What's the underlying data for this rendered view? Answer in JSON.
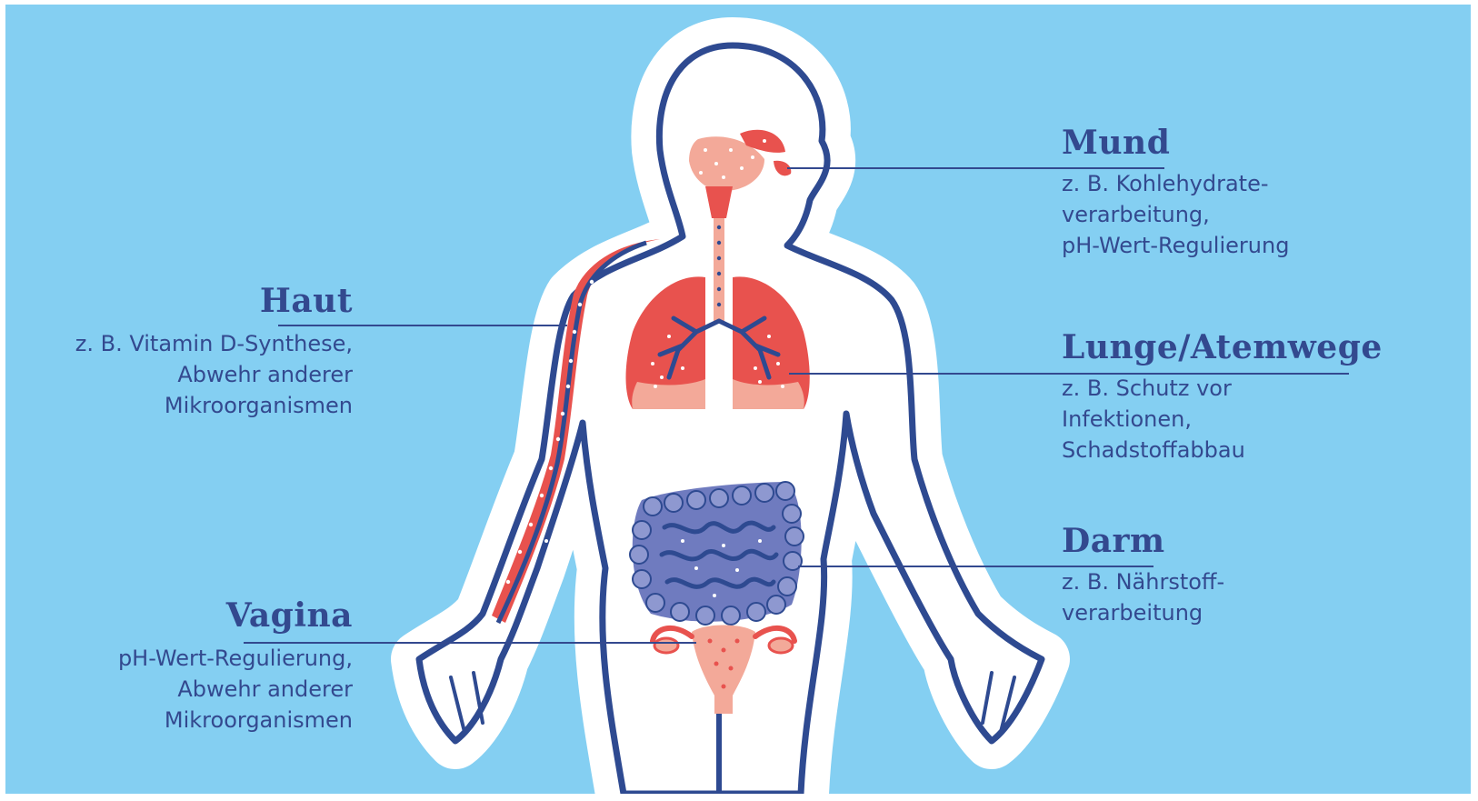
{
  "colors": {
    "background": "#84cff2",
    "outline": "#2e4a91",
    "halo": "#ffffff",
    "organ_red": "#e8524e",
    "organ_pink": "#f3a999",
    "intestine": "#6f7bbf",
    "label_text": "#33498f"
  },
  "labels": {
    "mund": {
      "title": "Mund",
      "lines": [
        "z. B. Kohlehydrate-",
        "verarbeitung,",
        "pH-Wert-Regulierung"
      ]
    },
    "haut": {
      "title": "Haut",
      "lines": [
        "z. B. Vitamin D-Synthese,",
        "Abwehr anderer",
        "Mikroorganismen"
      ]
    },
    "lunge": {
      "title": "Lunge/Atemwege",
      "lines": [
        "z. B. Schutz vor",
        "Infektionen,",
        "Schadstoffabbau"
      ]
    },
    "darm": {
      "title": "Darm",
      "lines": [
        "z. B. Nährstoff-",
        "verarbeitung"
      ]
    },
    "vagina": {
      "title": "Vagina",
      "lines": [
        "pH-Wert-Regulierung,",
        "Abwehr anderer",
        "Mikroorganismen"
      ]
    }
  }
}
